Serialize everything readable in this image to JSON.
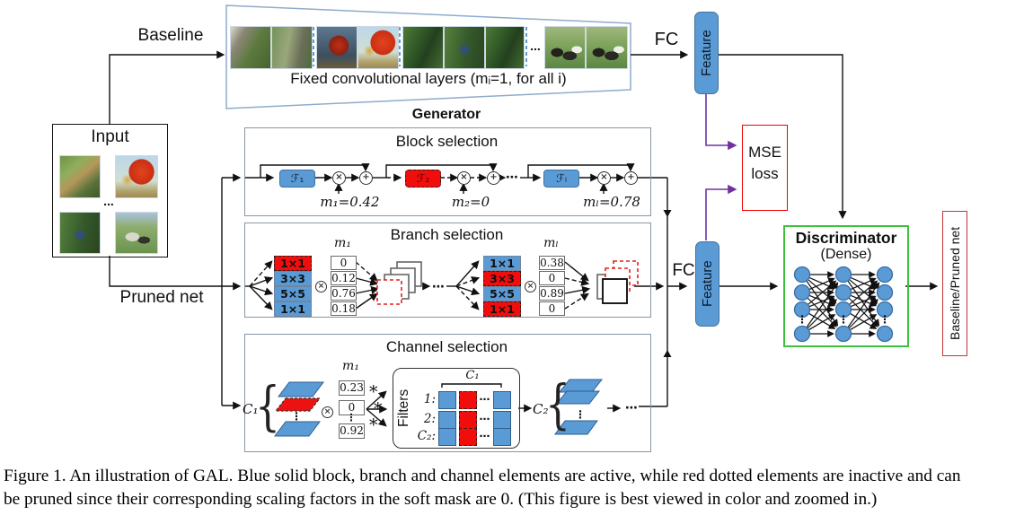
{
  "figure": {
    "baseline_label": "Baseline",
    "pruned_label": "Pruned net",
    "input": {
      "title": "Input",
      "thumbs": [
        "dog",
        "balloon",
        "bicycle",
        "zebras"
      ]
    },
    "fixed_layers": {
      "caption": "Fixed convolutional layers (mᵢ=1, for all i)",
      "thumbs": [
        "cat",
        "cats",
        "balloons",
        "balloon",
        "bicycles",
        "bicycle",
        "bicycle",
        "cows",
        "cows"
      ]
    },
    "fc_top_label": "FC",
    "fc_mid_label": "FC",
    "feature_top_label": "Feature",
    "feature_mid_label": "Feature",
    "mse": {
      "line1": "MSE",
      "line2": "loss"
    },
    "discriminator": {
      "title": "Discriminator",
      "subtitle": "(Dense)"
    },
    "output_label": "Baseline/Pruned net",
    "generator": {
      "title": "Generator",
      "block": {
        "title": "Block selection",
        "blocks": [
          {
            "label": "ℱ₁",
            "mask": "m₁=0.42",
            "state": "active"
          },
          {
            "label": "ℱ₂",
            "mask": "m₂=0",
            "state": "inactive"
          },
          {
            "label": "ℱₗ",
            "mask": "mₗ=0.78",
            "state": "active"
          }
        ]
      },
      "branch": {
        "title": "Branch selection",
        "groups": [
          {
            "mask_header": "m₁",
            "branches": [
              {
                "label": "1×1",
                "state": "inactive",
                "mask": "0"
              },
              {
                "label": "3×3",
                "state": "active",
                "mask": "0.12"
              },
              {
                "label": "5×5",
                "state": "active",
                "mask": "0.76"
              },
              {
                "label": "1×1",
                "state": "active",
                "mask": "0.18"
              }
            ]
          },
          {
            "mask_header": "mₗ",
            "branches": [
              {
                "label": "1×1",
                "state": "active",
                "mask": "0.38"
              },
              {
                "label": "3×3",
                "state": "inactive",
                "mask": "0"
              },
              {
                "label": "5×5",
                "state": "active",
                "mask": "0.89"
              },
              {
                "label": "1×1",
                "state": "inactive",
                "mask": "0"
              }
            ]
          }
        ]
      },
      "channel": {
        "title": "Channel selection",
        "c1_label": "C₁",
        "c2_label": "C₂",
        "mask_header": "m₁",
        "mask_values": [
          "0.23",
          "0",
          "0.92"
        ],
        "conv_symbol": "*",
        "filters": {
          "label": "Filters",
          "width_header": "C₁",
          "rows": [
            "1:",
            "2:",
            "C₂:"
          ]
        }
      }
    },
    "symbols": {
      "times": "×",
      "plus": "+",
      "cdots": "⋯",
      "vdots": "⋮",
      "hdots": "..."
    },
    "colors": {
      "active_blue": "#5B9BD5",
      "blue_border": "#41719C",
      "inactive_red": "#F20D0D",
      "purple": "#7030A0",
      "disc_green": "#3CC23C",
      "loss_red": "#E00000",
      "output_red": "#C23636",
      "section_border": "#8896A4"
    }
  },
  "caption": {
    "line1": "Figure 1. An illustration of GAL. Blue solid block, branch and channel elements are active, while red dotted elements are inactive and can",
    "line2": "be pruned since their corresponding scaling factors in the soft mask are 0. (This figure is best viewed in color and zoomed in.)"
  }
}
